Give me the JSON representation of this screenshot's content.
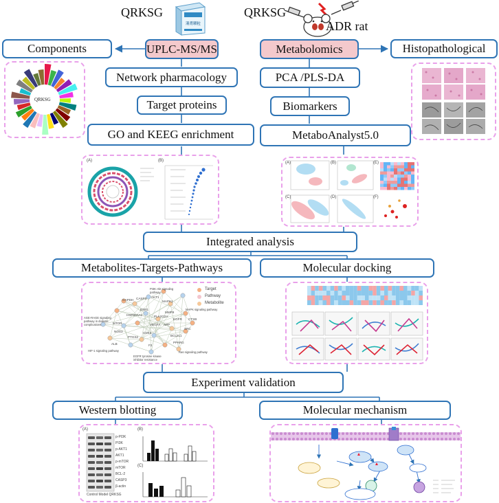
{
  "header": {
    "qrksg_left": "QRKSG",
    "qrksg_right": "QRKSG",
    "adr_rat": "ADR rat",
    "box_label": "清肾颗粒"
  },
  "nodes": {
    "components": "Components",
    "uplc": "UPLC-MS/MS",
    "metabolomics": "Metabolomics",
    "histopathological": "Histopathological",
    "network_pharmacology": "Network pharmacology",
    "target_proteins": "Target proteins",
    "go_keeg": "GO and KEEG enrichment",
    "pca": "PCA /PLS-DA",
    "biomarkers": "Biomarkers",
    "metaboanalyst": "MetaboAnalyst5.0",
    "integrated": "Integrated analysis",
    "mtp": "Metabolites-Targets-Pathways",
    "docking": "Molecular docking",
    "experiment": "Experiment validation",
    "western": "Western blotting",
    "mechanism": "Molecular mechanism"
  },
  "thumbnails": {
    "ring_center": "QRKSG",
    "network_legend": [
      "Target",
      "Pathway",
      "Metabolite"
    ],
    "network_nodes": [
      "PI3K-Akt signaling pathway",
      "AGE-RAGE signaling pathway in diabetic complications",
      "HIF-1 signaling pathway",
      "EGFR tyrosine kinase inhibitor resistance",
      "Ras signaling pathway",
      "MAPK signaling pathway",
      "GAPDH",
      "CASP3",
      "AKT1",
      "MAPK1",
      "MMP9",
      "VEGFA",
      "SRC",
      "BCL2L1",
      "CDK4",
      "EGFR",
      "HSP90AA1",
      "MTOR",
      "NOS3",
      "PTGS2",
      "F2",
      "CTSB",
      "APP",
      "ESR1",
      "PLA2G2A",
      "ALB",
      "PPARG"
    ],
    "wb_labels": [
      "p-PI3K",
      "PI3K",
      "p-AKT1",
      "AKT1",
      "p-mTOR",
      "mTOR",
      "BCL-2",
      "CASP3",
      "β-actin"
    ],
    "wb_groups": "Control  Model  QRKSG",
    "panel_A": "(A)",
    "panel_B": "(B)",
    "panel_C": "(C)",
    "panel_D": "(D)",
    "panel_E": "(E)",
    "panel_F": "(F)"
  },
  "colors": {
    "box_border": "#2e74b5",
    "pink_fill": "#f4c9cc",
    "dashed": "#e9a0ea"
  }
}
